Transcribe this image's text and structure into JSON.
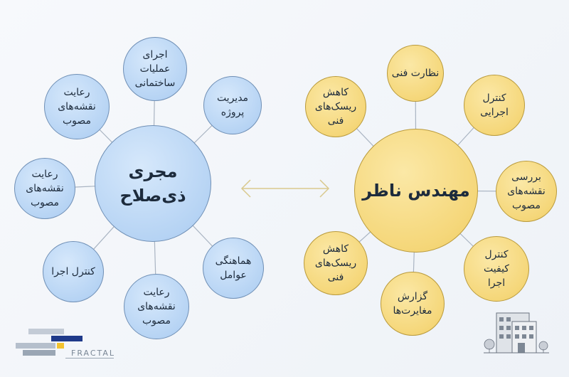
{
  "left_cluster": {
    "center": "مجری\nذی‌صلاح",
    "items": [
      "اجرای\nعملیات\nساختمانی",
      "مدیریت\nپروژه",
      "هماهنگی\nعوامل",
      "رعایت\nنقشه‌های\nمصوب",
      "کنترل اجرا",
      "رعایت\nنقشه‌های\nمصوب",
      "رعایت\nنقشه‌های\nمصوب"
    ]
  },
  "right_cluster": {
    "center": "مهندس ناظر",
    "items": [
      "نظارت فنی",
      "کنترل\nاجرایی",
      "بررسی\nنقشه‌های\nمصوب",
      "کنترل\nکیفیت\nاجرا",
      "گزارش\nمغایرت‌ها",
      "کاهش\nریسک‌های\nفنی",
      "کاهش\nریسک‌های\nفنی"
    ]
  },
  "logo": {
    "text": "FRACTAL"
  },
  "colors": {
    "blue_fill": "#b7d4f4",
    "yellow_fill": "#f5d77a",
    "connector": "#a9b4c2",
    "arrow": "#d9c98e"
  }
}
